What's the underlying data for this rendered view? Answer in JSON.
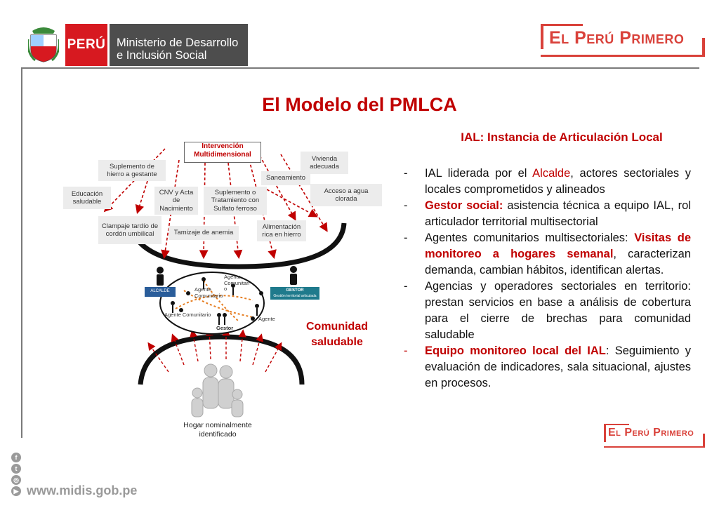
{
  "header": {
    "country": "PERÚ",
    "ministry_line1": "Ministerio de Desarrollo",
    "ministry_line2": "e Inclusión Social",
    "brand": "El Perú Primero",
    "shield_icon": "peru-coat-of-arms-icon"
  },
  "colors": {
    "accent": "#c00000",
    "peru_red": "#d71920",
    "ministry_gray": "#4d4d4d",
    "brand_red": "#d9413a",
    "gestor_teal": "#1f7a8c",
    "alcalde_blue": "#2a5d9a"
  },
  "slide": {
    "title": "El Modelo del PMLCA",
    "subtitle": "IAL: Instancia de Articulación Local",
    "bullets": [
      {
        "dash": "-",
        "pre": "IAL liderada por el ",
        "highlight": "Alcalde",
        "post": ", actores sectoriales y locales comprometidos y alineados"
      },
      {
        "dash": "-",
        "pre": "",
        "highlight": "Gestor social:",
        "post": " asistencia técnica a equipo IAL, rol articulador territorial multisectorial"
      },
      {
        "dash": "-",
        "pre": "Agentes comunitarios multisectoriales: ",
        "highlight": "Visitas de monitoreo a hogares semanal",
        "post": ", caracterizan demanda, cambian hábitos, identifican alertas."
      },
      {
        "dash": "-",
        "pre": "Agencias y operadores sectoriales en territorio: prestan servicios en base a análisis de cobertura para el cierre de brechas para comunidad saludable",
        "highlight": "",
        "post": ""
      },
      {
        "dash": "-",
        "pre": "",
        "highlight": "Equipo monitoreo local del IAL",
        "post": ": Seguimiento y evaluación de indicadores, sala situacional, ajustes en procesos."
      }
    ]
  },
  "diagram": {
    "main": "Intervención Multidimensional",
    "interventions": {
      "suplemento_gestante": "Suplemento de hierro a gestante",
      "educacion": "Educación saludable",
      "cnv": "CNV y Acta de Nacimiento",
      "suplemento_sulfato": "Suplemento o Tratamiento con Sulfato ferroso",
      "saneamiento": "Saneamiento",
      "vivienda": "Vivienda adecuada",
      "agua": "Acceso a agua clorada",
      "clampaje": "Clampaje tardío de cordón umbilical",
      "tamizaje": "Tamizaje de anemia",
      "alimentacion": "Alimentación rica en hierro"
    },
    "actors": {
      "alcalde": "ALCALDE",
      "gestor": "GESTOR",
      "gestor_sub": "Gestión territorial articulada",
      "agente1": "Agente Comunitario",
      "agente2": "Agente Comunitari o",
      "agente3": "Agente Comunitario",
      "agente4": "Agente",
      "gestor_center": "Gestor"
    },
    "comunidad": "Comunidad saludable",
    "hogar": "Hogar nominalmente identificado"
  },
  "footer": {
    "url": "www.midis.gob.pe",
    "social_icons": [
      "facebook-icon",
      "twitter-icon",
      "instagram-icon",
      "youtube-icon"
    ],
    "social_glyphs": [
      "f",
      "t",
      "◎",
      "▶"
    ]
  }
}
